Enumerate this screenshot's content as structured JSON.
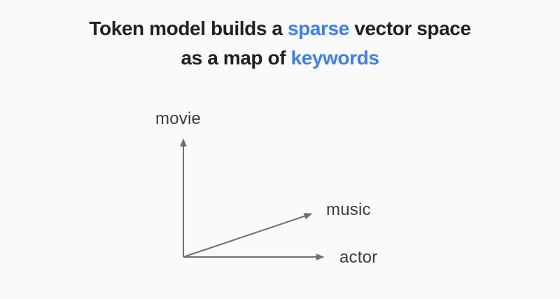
{
  "slide": {
    "title": {
      "line1": {
        "prefix": "Token model builds a ",
        "highlight": "sparse",
        "suffix": " vector space"
      },
      "line2": {
        "prefix": "as a map of ",
        "highlight": "keywords"
      }
    },
    "diagram": {
      "axes": [
        {
          "label": "movie",
          "direction": "up"
        },
        {
          "label": "music",
          "direction": "diagonal-up-right"
        },
        {
          "label": "actor",
          "direction": "right"
        }
      ]
    },
    "colors": {
      "background": "#fafafa",
      "title_text": "#202124",
      "highlight_blue": "#3c7df6",
      "axis_label_text": "#3c3c3c",
      "arrow_gray": "#707070"
    }
  }
}
